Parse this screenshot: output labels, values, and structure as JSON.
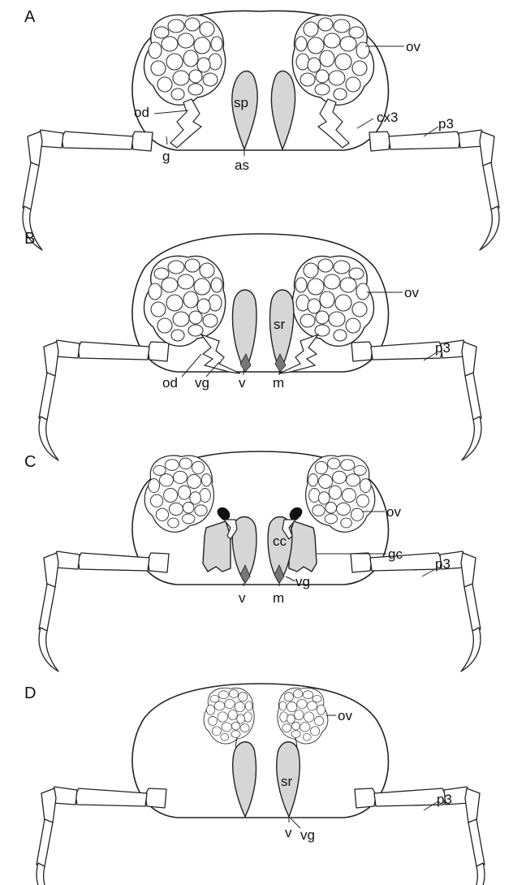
{
  "panels": [
    {
      "letter": "A",
      "labels": {
        "ov": "ov",
        "od": "od",
        "sp": "sp",
        "cx3": "cx3",
        "p3": "p3",
        "g": "g",
        "as": "as"
      }
    },
    {
      "letter": "B",
      "labels": {
        "ov": "ov",
        "sr": "sr",
        "p3": "p3",
        "od": "od",
        "vg": "vg",
        "v": "v",
        "m": "m"
      }
    },
    {
      "letter": "C",
      "labels": {
        "ov": "ov",
        "cc": "cc",
        "gc": "gc",
        "p3": "p3",
        "vg": "vg",
        "v": "v",
        "m": "m"
      }
    },
    {
      "letter": "D",
      "labels": {
        "ov": "ov",
        "p3": "p3",
        "sr": "sr",
        "v": "v",
        "vg": "vg"
      }
    }
  ]
}
